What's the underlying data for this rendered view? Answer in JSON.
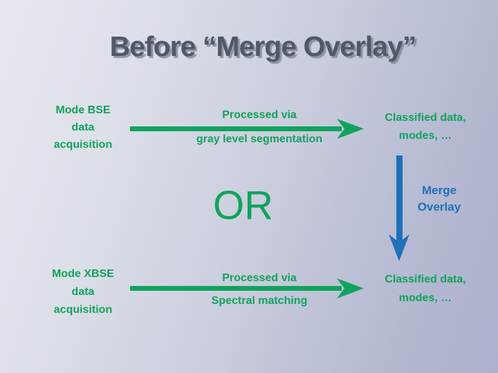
{
  "title": "Before “Merge Overlay”",
  "or_label": "OR",
  "merge_overlay": {
    "label": "Merge\nOverlay"
  },
  "colors": {
    "green": "#10a35c",
    "blue": "#1e70ba",
    "title_gray": "#515868"
  },
  "rows": [
    {
      "source": "Mode BSE\ndata\nacquisition",
      "process_label": "Processed via",
      "process_method": "gray level segmentation",
      "result": "Classified data,\nmodes, …"
    },
    {
      "source": "Mode XBSE\ndata\nacquisition",
      "process_label": "Processed via",
      "process_method": "Spectral matching",
      "result": "Classified data,\nmodes, …"
    }
  ]
}
